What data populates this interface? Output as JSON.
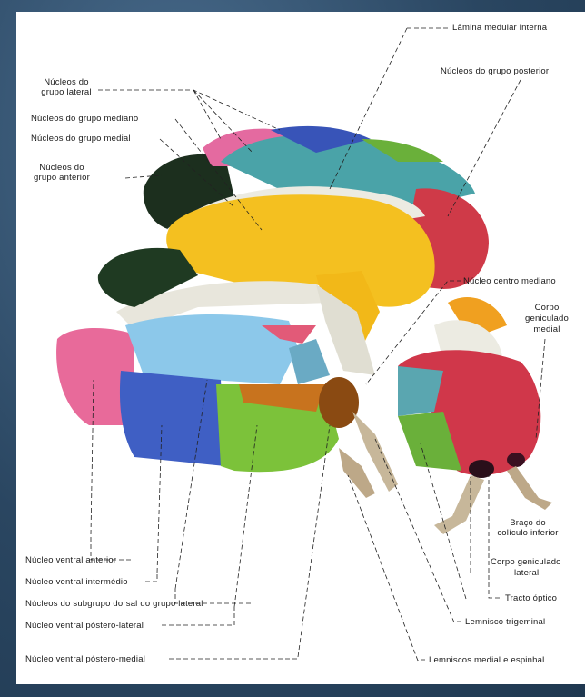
{
  "labels": {
    "lamina_medular_interna": "Lâmina medular interna",
    "grupo_posterior": "Núcleos do grupo posterior",
    "grupo_lateral_1": "Núcleos do",
    "grupo_lateral_2": "grupo lateral",
    "grupo_mediano": "Núcleos do grupo mediano",
    "grupo_medial": "Núcleos do grupo medial",
    "grupo_anterior_1": "Núcleos do",
    "grupo_anterior_2": "grupo anterior",
    "centro_mediano": "Núcleo centro mediano",
    "corpo_geniculado_medial_1": "Corpo",
    "corpo_geniculado_medial_2": "geniculado",
    "corpo_geniculado_medial_3": "medial",
    "braco_coliculo_1": "Braço do",
    "braco_coliculo_2": "colículo inferior",
    "corpo_geniculado_lateral_1": "Corpo geniculado",
    "corpo_geniculado_lateral_2": "lateral",
    "ventral_anterior": "Núcleo ventral anterior",
    "ventral_intermedio": "Núcleo ventral intermédio",
    "subgrupo_dorsal": "Núcleos do subgrupo dorsal do grupo lateral",
    "ventral_postero_lateral": "Núcleo ventral póstero-lateral",
    "tracto_optico": "Tracto óptico",
    "lemnisco_trigeminal": "Lemnisco trigeminal",
    "ventral_postero_medial": "Núcleo ventral póstero-medial",
    "lemniscos_medial_espinhal": "Lemniscos medial e espinhal"
  },
  "colors": {
    "yellow": "#f4c020",
    "red": "#d23a4a",
    "pink": "#e86a9a",
    "blue": "#3f5fc4",
    "light_blue": "#8cc8ea",
    "teal": "#4aa3a8",
    "green": "#7cc23a",
    "dark_green": "#1f3a22",
    "orange": "#c8731e",
    "white_lamina": "#ecece4"
  }
}
